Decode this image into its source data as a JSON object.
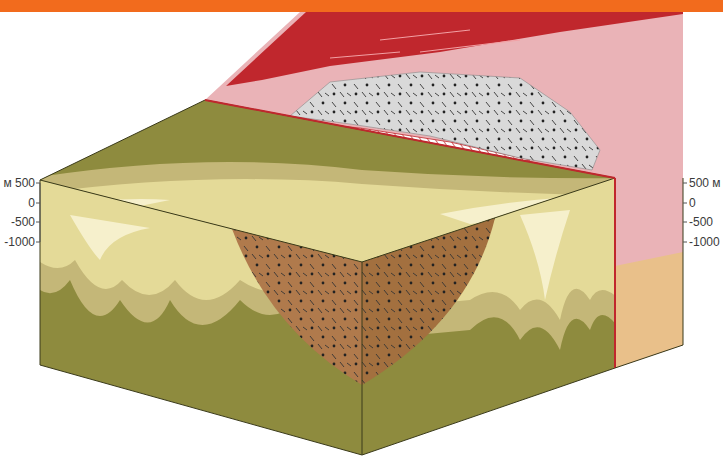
{
  "diagram": {
    "labels": [
      "м 500",
      "0",
      "-500",
      "-1000",
      "500 м",
      "0",
      "-500",
      "-1000"
    ]
  }
}
